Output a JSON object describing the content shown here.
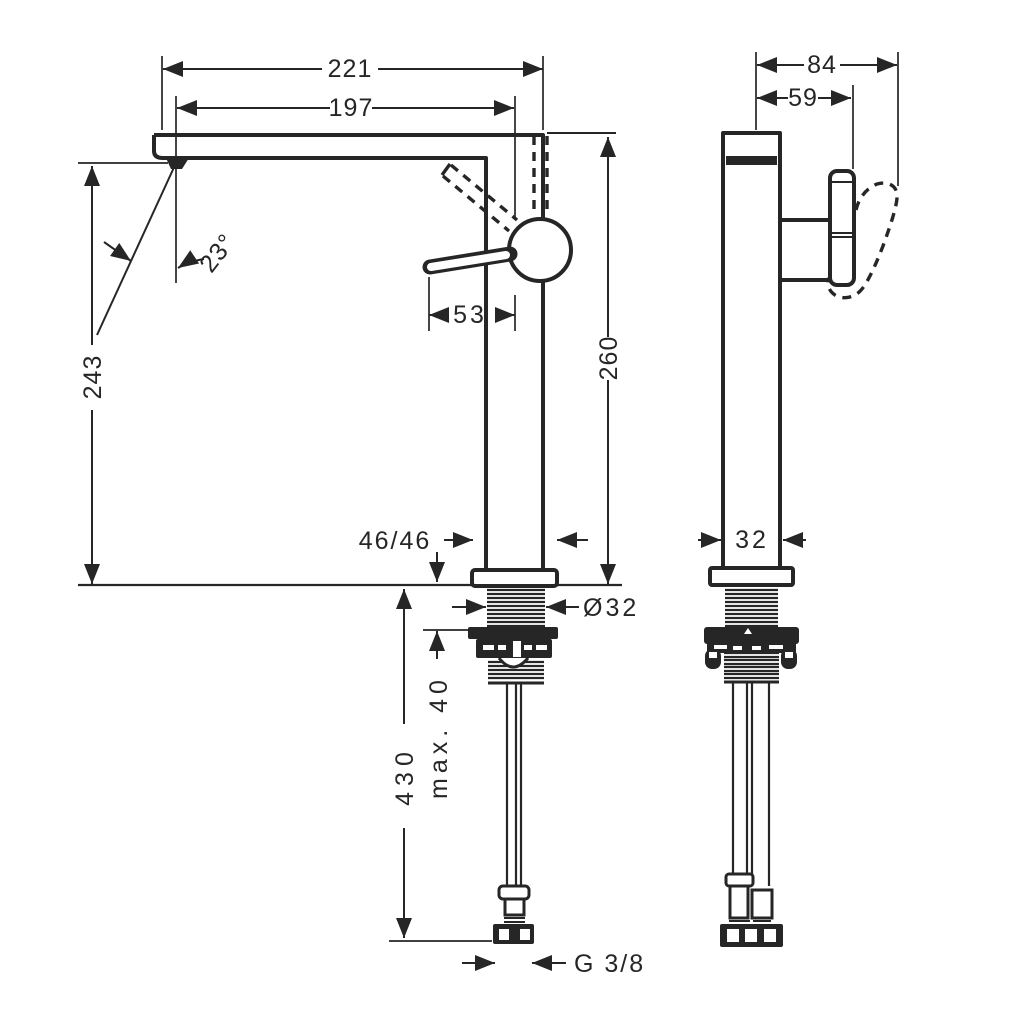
{
  "drawing": {
    "title": "single-lever-basin-mixer-dimension-drawing",
    "line_color": "#262626",
    "background": "#ffffff",
    "front_view": {
      "reach_overall": "221",
      "reach_aerator": "197",
      "spout_angle": "23°",
      "outlet_height": "243",
      "lever_offset": "53",
      "spout_height": "260",
      "base_square": "46/46",
      "shank_diameter": "Ø32",
      "deck_thickness_max": "max. 40",
      "hose_length": "430",
      "connection_thread": "G 3/8"
    },
    "side_view": {
      "depth_overall": "84",
      "handle_depth": "59",
      "body_width": "32"
    }
  }
}
